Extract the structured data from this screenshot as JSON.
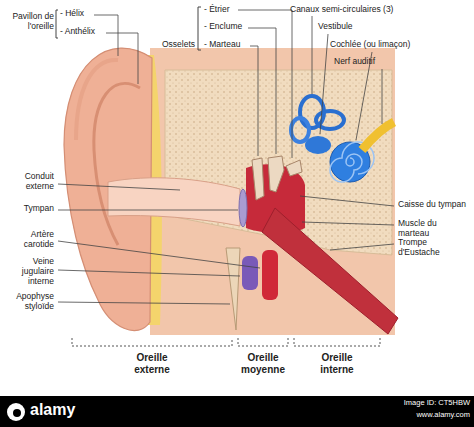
{
  "diagram": {
    "labels": [
      "Pavillon de l'oreille",
      "- Hélix",
      "- Anthélix",
      "Osselets",
      "- Étrier",
      "- Enclume",
      "- Marteau",
      "Canaux semi-circulaires (3)",
      "Vestibule",
      "Cochlée (ou limaçon)",
      "Nerf auditif",
      "Conduit externe",
      "Tympan",
      "Artère carotide",
      "Veine jugulaire interne",
      "Apophyse styloïde",
      "Caisse du tympan",
      "Muscle du marteau",
      "Trompe d'Eustache",
      "Oreille externe",
      "Oreille moyenne",
      "Oreille interne",
      "alamy",
      "Image ID: CT5HBW",
      "www.alamy.com"
    ]
  }
}
